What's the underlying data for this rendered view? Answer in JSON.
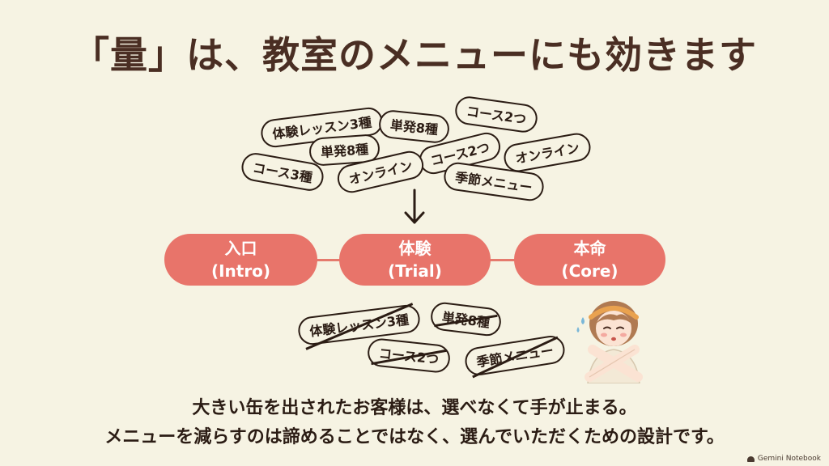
{
  "title": "「量」は、教室のメニューにも効きます",
  "top_tags": [
    "体験レッスン3種",
    "単発8種",
    "コース2つ",
    "単発8種",
    "コース2つ",
    "オンライン",
    "コース3種",
    "オンライン",
    "季節メニュー"
  ],
  "stages": [
    {
      "name": "入口",
      "sub": "(Intro)"
    },
    {
      "name": "体験",
      "sub": "(Trial)"
    },
    {
      "name": "本命",
      "sub": "(Core)"
    }
  ],
  "struck_tags": [
    "体験レッスン3種",
    "単発8種",
    "コース2つ",
    "季節メニュー"
  ],
  "caption_line1": "大きい缶を出されたお客様は、選べなくて手が止まる。",
  "caption_line2": "メニューを減らすのは諦めることではなく、選んでいただくための設計です。",
  "watermark": "Gemini Notebook",
  "colors": {
    "background": "#f6f3e3",
    "stage": "#e8746a",
    "ink": "#2b1c14",
    "title": "#4a2e23"
  }
}
